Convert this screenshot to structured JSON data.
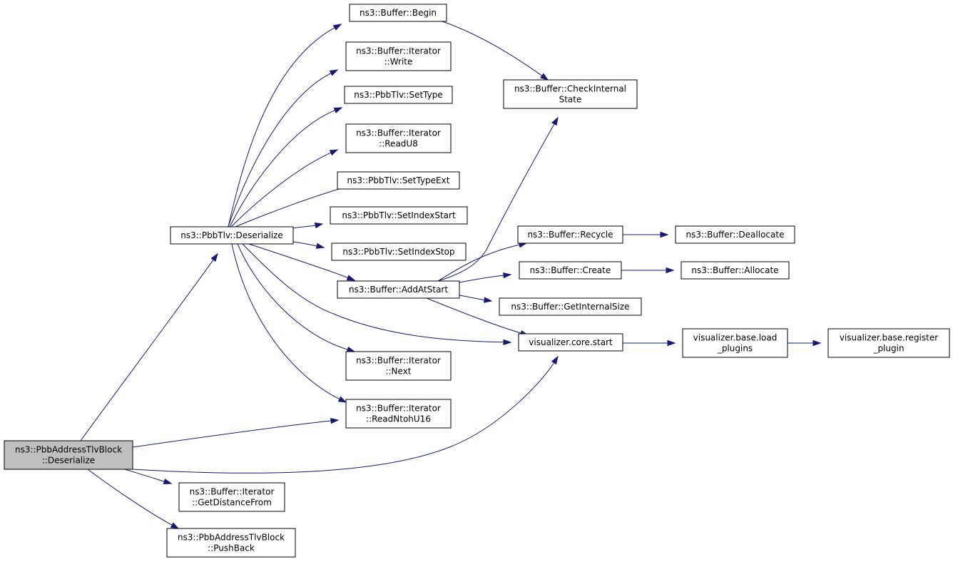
{
  "colors": {
    "edge": "#191970",
    "root_fill": "#bfbfbf",
    "node_fill": "#ffffff",
    "border": "#000000"
  },
  "nodes": {
    "root": {
      "lines": [
        "ns3::PbbAddressTlvBlock",
        "::Deserialize"
      ]
    },
    "tlv_deserialize": {
      "lines": [
        "ns3::PbbTlv::Deserialize"
      ]
    },
    "buf_begin": {
      "lines": [
        "ns3::Buffer::Begin"
      ]
    },
    "iter_write": {
      "lines": [
        "ns3::Buffer::Iterator",
        "::Write"
      ]
    },
    "set_type": {
      "lines": [
        "ns3::PbbTlv::SetType"
      ]
    },
    "iter_readu8": {
      "lines": [
        "ns3::Buffer::Iterator",
        "::ReadU8"
      ]
    },
    "set_type_ext": {
      "lines": [
        "ns3::PbbTlv::SetTypeExt"
      ]
    },
    "set_index_start": {
      "lines": [
        "ns3::PbbTlv::SetIndexStart"
      ]
    },
    "set_index_stop": {
      "lines": [
        "ns3::PbbTlv::SetIndexStop"
      ]
    },
    "add_at_start": {
      "lines": [
        "ns3::Buffer::AddAtStart"
      ]
    },
    "iter_next": {
      "lines": [
        "ns3::Buffer::Iterator",
        "::Next"
      ]
    },
    "iter_readntohu16": {
      "lines": [
        "ns3::Buffer::Iterator",
        "::ReadNtohU16"
      ]
    },
    "iter_getdistance": {
      "lines": [
        "ns3::Buffer::Iterator",
        "::GetDistanceFrom"
      ]
    },
    "push_back": {
      "lines": [
        "ns3::PbbAddressTlvBlock",
        "::PushBack"
      ]
    },
    "check_internal": {
      "lines": [
        "ns3::Buffer::CheckInternal",
        "State"
      ]
    },
    "recycle": {
      "lines": [
        "ns3::Buffer::Recycle"
      ]
    },
    "create": {
      "lines": [
        "ns3::Buffer::Create"
      ]
    },
    "get_internal_size": {
      "lines": [
        "ns3::Buffer::GetInternalSize"
      ]
    },
    "viz_core_start": {
      "lines": [
        "visualizer.core.start"
      ]
    },
    "deallocate": {
      "lines": [
        "ns3::Buffer::Deallocate"
      ]
    },
    "allocate": {
      "lines": [
        "ns3::Buffer::Allocate"
      ]
    },
    "load_plugins": {
      "lines": [
        "visualizer.base.load",
        "_plugins"
      ]
    },
    "register_plugin": {
      "lines": [
        "visualizer.base.register",
        "_plugin"
      ]
    }
  },
  "edges": [
    {
      "from": "root",
      "to": "tlv_deserialize"
    },
    {
      "from": "root",
      "to": "iter_readntohu16"
    },
    {
      "from": "root",
      "to": "viz_core_start"
    },
    {
      "from": "root",
      "to": "iter_getdistance"
    },
    {
      "from": "root",
      "to": "push_back"
    },
    {
      "from": "tlv_deserialize",
      "to": "buf_begin"
    },
    {
      "from": "tlv_deserialize",
      "to": "iter_write"
    },
    {
      "from": "tlv_deserialize",
      "to": "set_type"
    },
    {
      "from": "tlv_deserialize",
      "to": "iter_readu8"
    },
    {
      "from": "tlv_deserialize",
      "to": "set_type_ext"
    },
    {
      "from": "tlv_deserialize",
      "to": "set_index_start"
    },
    {
      "from": "tlv_deserialize",
      "to": "set_index_stop"
    },
    {
      "from": "tlv_deserialize",
      "to": "add_at_start"
    },
    {
      "from": "tlv_deserialize",
      "to": "viz_core_start"
    },
    {
      "from": "tlv_deserialize",
      "to": "iter_next"
    },
    {
      "from": "tlv_deserialize",
      "to": "iter_readntohu16"
    },
    {
      "from": "buf_begin",
      "to": "check_internal"
    },
    {
      "from": "add_at_start",
      "to": "check_internal"
    },
    {
      "from": "add_at_start",
      "to": "recycle"
    },
    {
      "from": "add_at_start",
      "to": "create"
    },
    {
      "from": "add_at_start",
      "to": "get_internal_size"
    },
    {
      "from": "add_at_start",
      "to": "viz_core_start"
    },
    {
      "from": "recycle",
      "to": "deallocate"
    },
    {
      "from": "create",
      "to": "allocate"
    },
    {
      "from": "viz_core_start",
      "to": "load_plugins"
    },
    {
      "from": "load_plugins",
      "to": "register_plugin"
    }
  ]
}
